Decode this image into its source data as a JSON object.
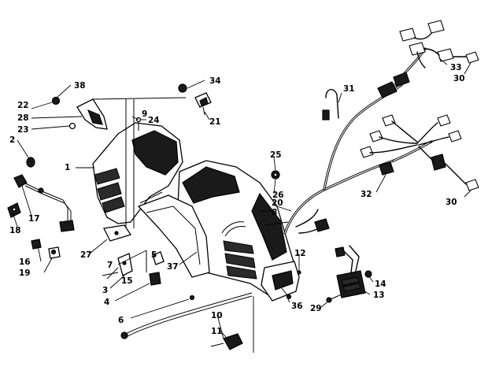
{
  "callouts": [
    {
      "id": "c1",
      "text": "1"
    },
    {
      "id": "c2",
      "text": "2"
    },
    {
      "id": "c3",
      "text": "3"
    },
    {
      "id": "c4",
      "text": "4"
    },
    {
      "id": "c5",
      "text": "5"
    },
    {
      "id": "c6",
      "text": "6"
    },
    {
      "id": "c7",
      "text": "7"
    },
    {
      "id": "c8",
      "text": "8"
    },
    {
      "id": "c9",
      "text": "9"
    },
    {
      "id": "c10",
      "text": "10"
    },
    {
      "id": "c11",
      "text": "11"
    },
    {
      "id": "c12",
      "text": "12"
    },
    {
      "id": "c13",
      "text": "13"
    },
    {
      "id": "c14",
      "text": "14"
    },
    {
      "id": "c15",
      "text": "15"
    },
    {
      "id": "c16",
      "text": "16"
    },
    {
      "id": "c17",
      "text": "17"
    },
    {
      "id": "c18",
      "text": "18"
    },
    {
      "id": "c19",
      "text": "19"
    },
    {
      "id": "c20",
      "text": "20"
    },
    {
      "id": "c21",
      "text": "21"
    },
    {
      "id": "c22",
      "text": "22"
    },
    {
      "id": "c23",
      "text": "23"
    },
    {
      "id": "c24",
      "text": "24"
    },
    {
      "id": "c25",
      "text": "25"
    },
    {
      "id": "c26",
      "text": "26"
    },
    {
      "id": "c27",
      "text": "27"
    },
    {
      "id": "c28",
      "text": "28"
    },
    {
      "id": "c29",
      "text": "29"
    },
    {
      "id": "c30a",
      "text": "30"
    },
    {
      "id": "c30b",
      "text": "30"
    },
    {
      "id": "c31",
      "text": "31"
    },
    {
      "id": "c32",
      "text": "32"
    },
    {
      "id": "c33",
      "text": "33"
    },
    {
      "id": "c34",
      "text": "34"
    },
    {
      "id": "c36",
      "text": "36"
    },
    {
      "id": "c37",
      "text": "37"
    },
    {
      "id": "c38",
      "text": "38"
    }
  ]
}
